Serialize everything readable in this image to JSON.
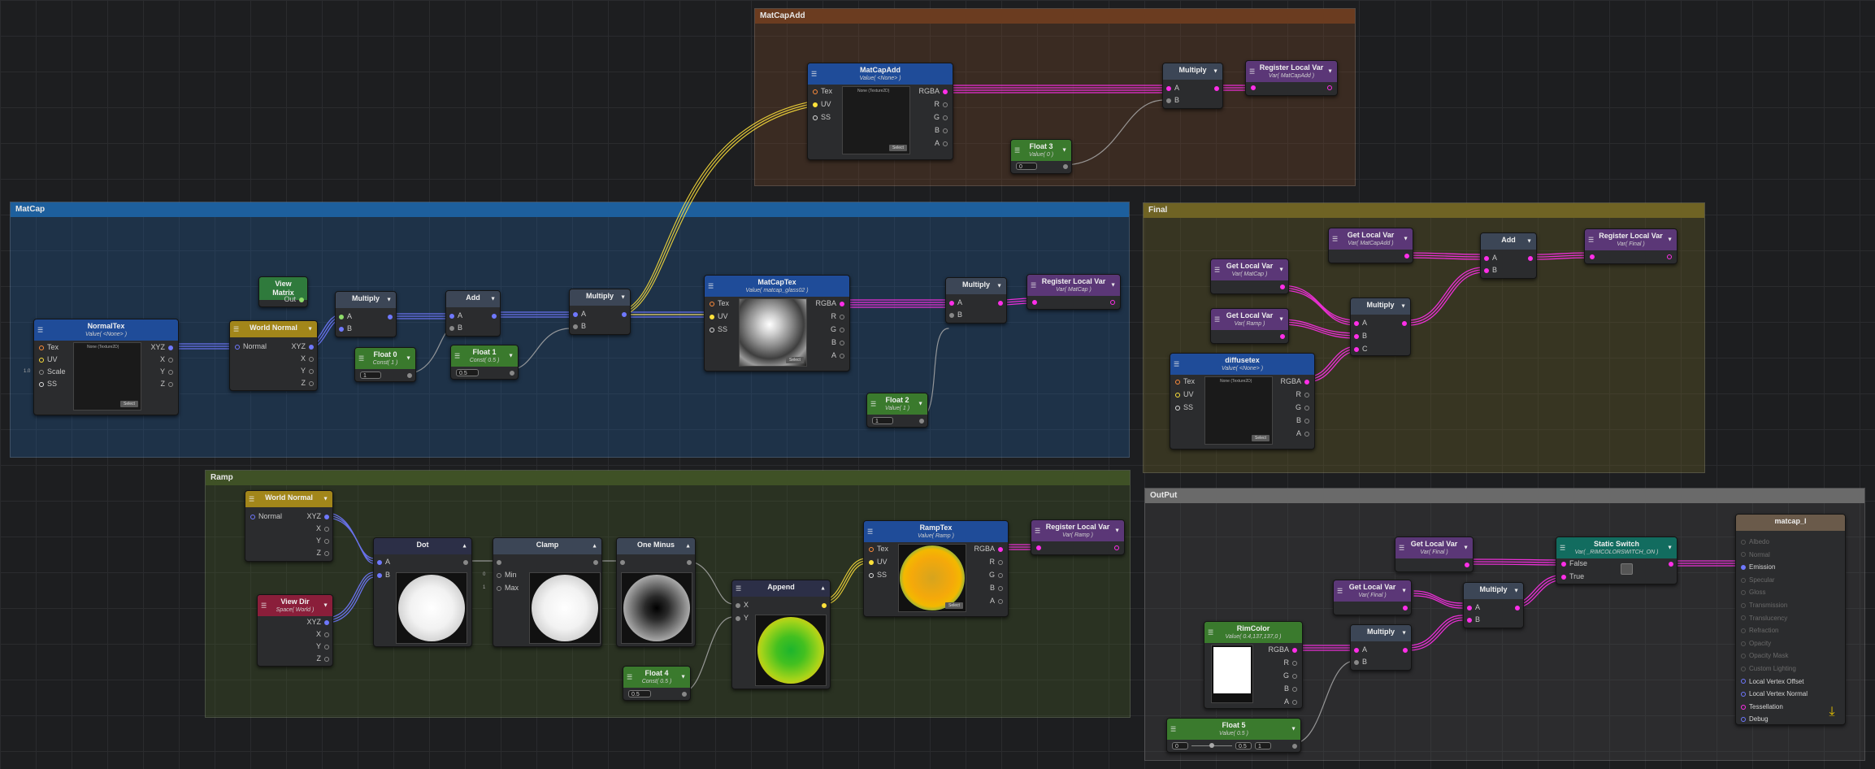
{
  "colors": {
    "vector": "#6f78ff",
    "color": "#ff2fe8",
    "float": "#9a9a9a",
    "uv": "#ffe23b",
    "texture": "#ff8c3b",
    "empty": "#7a7a7a"
  },
  "groups": {
    "matcapadd": {
      "title": "MatCapAdd"
    },
    "matcap": {
      "title": "MatCap"
    },
    "final": {
      "title": "Final"
    },
    "ramp": {
      "title": "Ramp"
    },
    "output": {
      "title": "OutPut"
    }
  },
  "nodes": {
    "matcapadd_tex": {
      "title": "MatCapAdd",
      "subtitle": "Value( <None> )",
      "inputs": [
        "Tex",
        "UV",
        "SS"
      ],
      "outputs": [
        "RGBA",
        "R",
        "G",
        "B",
        "A"
      ],
      "tex_label": "None (Texture2D)",
      "select": "Select"
    },
    "multiply_ma": {
      "title": "Multiply",
      "inputs": [
        "A",
        "B"
      ]
    },
    "reg_matcapadd": {
      "title": "Register Local Var",
      "subtitle": "Var( MatCapAdd )"
    },
    "float3": {
      "title": "Float 3",
      "subtitle": "Value( 0 )",
      "value": "0"
    },
    "normaltex": {
      "title": "NormalTex",
      "subtitle": "Value( <None> )",
      "inputs": [
        "Tex",
        "UV",
        "Scale",
        "SS"
      ],
      "outputs": [
        "XYZ",
        "X",
        "Y",
        "Z"
      ],
      "tex_label": "None (Texture2D)",
      "select": "Select",
      "side": "1.0"
    },
    "world_normal1": {
      "title": "World Normal",
      "inputs": [
        "Normal"
      ],
      "outputs": [
        "XYZ",
        "X",
        "Y",
        "Z"
      ]
    },
    "view_matrix": {
      "title": "View Matrix",
      "outputs": [
        "Out"
      ]
    },
    "multiply_m1": {
      "title": "Multiply",
      "inputs": [
        "A",
        "B"
      ]
    },
    "float0": {
      "title": "Float 0",
      "subtitle": "Const( 1 )",
      "value": "1"
    },
    "add_m": {
      "title": "Add",
      "inputs": [
        "A",
        "B"
      ]
    },
    "float1": {
      "title": "Float 1",
      "subtitle": "Const( 0.5 )",
      "value": "0.5"
    },
    "multiply_m2": {
      "title": "Multiply",
      "inputs": [
        "A",
        "B"
      ]
    },
    "matcaptex": {
      "title": "MatCapTex",
      "subtitle": "Value( matcap_glass02 )",
      "inputs": [
        "Tex",
        "UV",
        "SS"
      ],
      "outputs": [
        "RGBA",
        "R",
        "G",
        "B",
        "A"
      ],
      "select": "Select"
    },
    "multiply_m3": {
      "title": "Multiply",
      "inputs": [
        "A",
        "B"
      ]
    },
    "reg_matcap": {
      "title": "Register Local Var",
      "subtitle": "Var( MatCap )"
    },
    "float2": {
      "title": "Float 2",
      "subtitle": "Value( 1 )",
      "value": "1"
    },
    "get_matcapadd": {
      "title": "Get Local Var",
      "subtitle": "Var( MatCapAdd )"
    },
    "add_f": {
      "title": "Add",
      "inputs": [
        "A",
        "B"
      ]
    },
    "reg_final": {
      "title": "Register Local Var",
      "subtitle": "Var( Final )"
    },
    "get_matcap": {
      "title": "Get Local Var",
      "subtitle": "Var( MatCap )"
    },
    "multiply_f": {
      "title": "Multiply",
      "inputs": [
        "A",
        "B",
        "C"
      ]
    },
    "get_ramp": {
      "title": "Get Local Var",
      "subtitle": "Var( Ramp )"
    },
    "diffusetex": {
      "title": "diffusetex",
      "subtitle": "Value( <None> )",
      "inputs": [
        "Tex",
        "UV",
        "SS"
      ],
      "outputs": [
        "RGBA",
        "R",
        "G",
        "B",
        "A"
      ],
      "tex_label": "None (Texture2D)",
      "select": "Select"
    },
    "world_normal2": {
      "title": "World Normal",
      "inputs": [
        "Normal"
      ],
      "outputs": [
        "XYZ",
        "X",
        "Y",
        "Z"
      ]
    },
    "view_dir": {
      "title": "View Dir",
      "subtitle": "Space( World )",
      "outputs": [
        "XYZ",
        "X",
        "Y",
        "Z"
      ]
    },
    "dot": {
      "title": "Dot",
      "inputs": [
        "A",
        "B"
      ]
    },
    "clamp": {
      "title": "Clamp",
      "inputs": [
        "Min",
        "Max"
      ],
      "min": "0",
      "max": "1"
    },
    "one_minus": {
      "title": "One Minus"
    },
    "append": {
      "title": "Append",
      "inputs": [
        "X",
        "Y"
      ]
    },
    "float4": {
      "title": "Float 4",
      "subtitle": "Const( 0.5 )",
      "value": "0.5"
    },
    "ramptex": {
      "title": "RampTex",
      "subtitle": "Value( Ramp )",
      "inputs": [
        "Tex",
        "UV",
        "SS"
      ],
      "outputs": [
        "RGBA",
        "R",
        "G",
        "B",
        "A"
      ],
      "select": "Select"
    },
    "reg_ramp": {
      "title": "Register Local Var",
      "subtitle": "Var( Ramp )"
    },
    "get_final1": {
      "title": "Get Local Var",
      "subtitle": "Var( Final )"
    },
    "get_final2": {
      "title": "Get Local Var",
      "subtitle": "Var( Final )"
    },
    "static_switch": {
      "title": "Static Switch",
      "subtitle": "Var( _RIMCOLORSWITCH_ON )",
      "inputs": [
        "False",
        "True"
      ]
    },
    "multiply_o1": {
      "title": "Multiply",
      "inputs": [
        "A",
        "B"
      ]
    },
    "multiply_o2": {
      "title": "Multiply",
      "inputs": [
        "A",
        "B"
      ]
    },
    "rimcolor": {
      "title": "RimColor",
      "subtitle": "Value( 0.4,137,137,0 )",
      "outputs": [
        "RGBA",
        "R",
        "G",
        "B",
        "A"
      ]
    },
    "float5": {
      "title": "Float 5",
      "subtitle": "Value( 0.5 )",
      "min": "0",
      "value": "0.5",
      "max": "1"
    },
    "master": {
      "title": "matcap_l",
      "props": [
        {
          "label": "Albedo",
          "on": false
        },
        {
          "label": "Normal",
          "on": false
        },
        {
          "label": "Emission",
          "on": true
        },
        {
          "label": "Specular",
          "on": false
        },
        {
          "label": "Gloss",
          "on": false
        },
        {
          "label": "Transmission",
          "on": false
        },
        {
          "label": "Translucency",
          "on": false
        },
        {
          "label": "Refraction",
          "on": false
        },
        {
          "label": "Opacity",
          "on": false
        },
        {
          "label": "Opacity Mask",
          "on": false
        },
        {
          "label": "Custom Lighting",
          "on": false
        },
        {
          "label": "Local Vertex Offset",
          "on": true
        },
        {
          "label": "Local Vertex Normal",
          "on": true
        },
        {
          "label": "Tessellation",
          "on": true
        },
        {
          "label": "Debug",
          "on": true
        }
      ]
    }
  }
}
